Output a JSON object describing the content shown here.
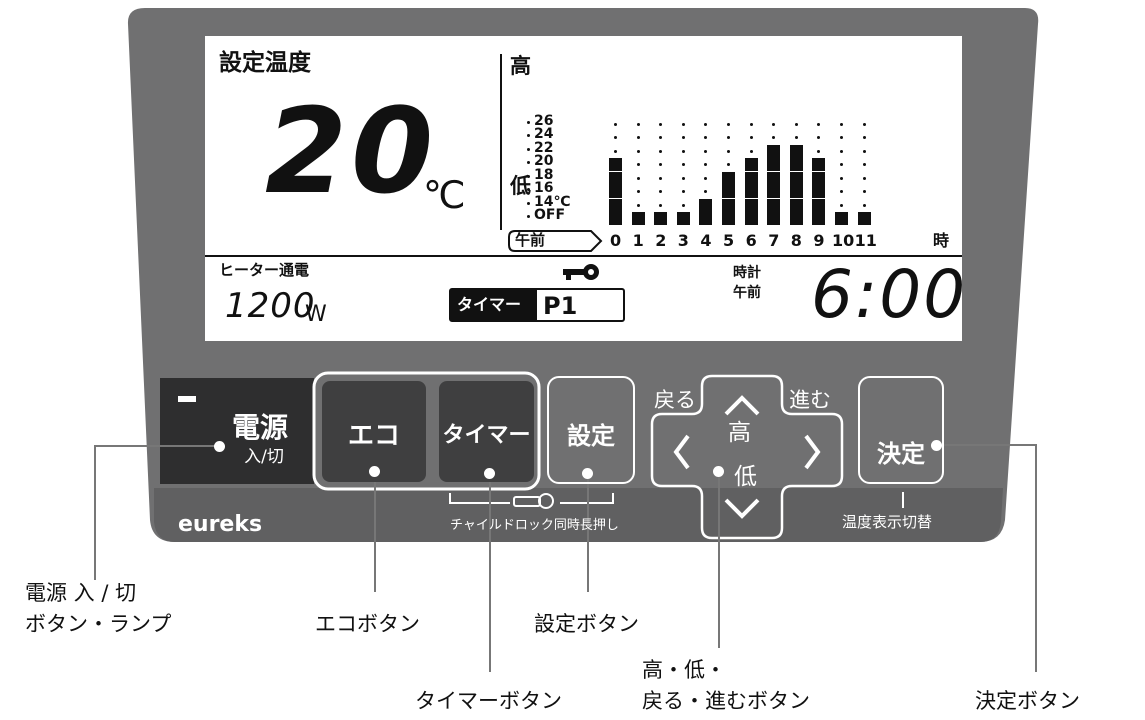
{
  "colors": {
    "panel": "#707071",
    "panel_dark": "#4a4a4b",
    "button_dark": "#3f3f40",
    "lcd_bg": "#ffffff",
    "lcd_ink": "#111111"
  },
  "display": {
    "set_temp_label": "設定温度",
    "set_temp_value": "20",
    "set_temp_unit": "℃",
    "heater_label": "ヒーター通電",
    "heater_value": "1200",
    "heater_unit": "W",
    "timer_label": "タイマー",
    "timer_program": "P1",
    "clock_label": "時計",
    "clock_ampm": "午前",
    "clock_value": "6:00",
    "lock_icon": "key-icon"
  },
  "chart_data": {
    "type": "bar",
    "title": "",
    "y_high_label": "高",
    "y_low_label": "低",
    "y_ticks": [
      "26",
      "24",
      "22",
      "20",
      "18",
      "16",
      "14℃",
      "OFF"
    ],
    "x_period_label": "午前",
    "x_unit_label": "時",
    "categories": [
      "0",
      "1",
      "2",
      "3",
      "4",
      "5",
      "6",
      "7",
      "8",
      "9",
      "10",
      "11"
    ],
    "values": [
      "20",
      "OFF",
      "OFF",
      "OFF",
      "14",
      "18",
      "20",
      "22",
      "22",
      "20",
      "OFF",
      "OFF"
    ],
    "ylim": [
      "OFF",
      "26"
    ]
  },
  "buttons": {
    "power_main": "電源",
    "power_sub": "入/切",
    "eco": "エコ",
    "timer": "タイマー",
    "setting": "設定",
    "back": "戻る",
    "forward": "進む",
    "high": "高",
    "low": "低",
    "decide": "決定"
  },
  "panel_text": {
    "brand": "eureks",
    "child_lock": "チャイルドロック同時長押し",
    "temp_display_switch": "温度表示切替"
  },
  "callouts": {
    "power_line1": "電源 入 / 切",
    "power_line2": "ボタン・ランプ",
    "eco": "エコボタン",
    "timer": "タイマーボタン",
    "setting": "設定ボタン",
    "nav_line1": "高・低・",
    "nav_line2": "戻る・進むボタン",
    "decide": "決定ボタン"
  }
}
